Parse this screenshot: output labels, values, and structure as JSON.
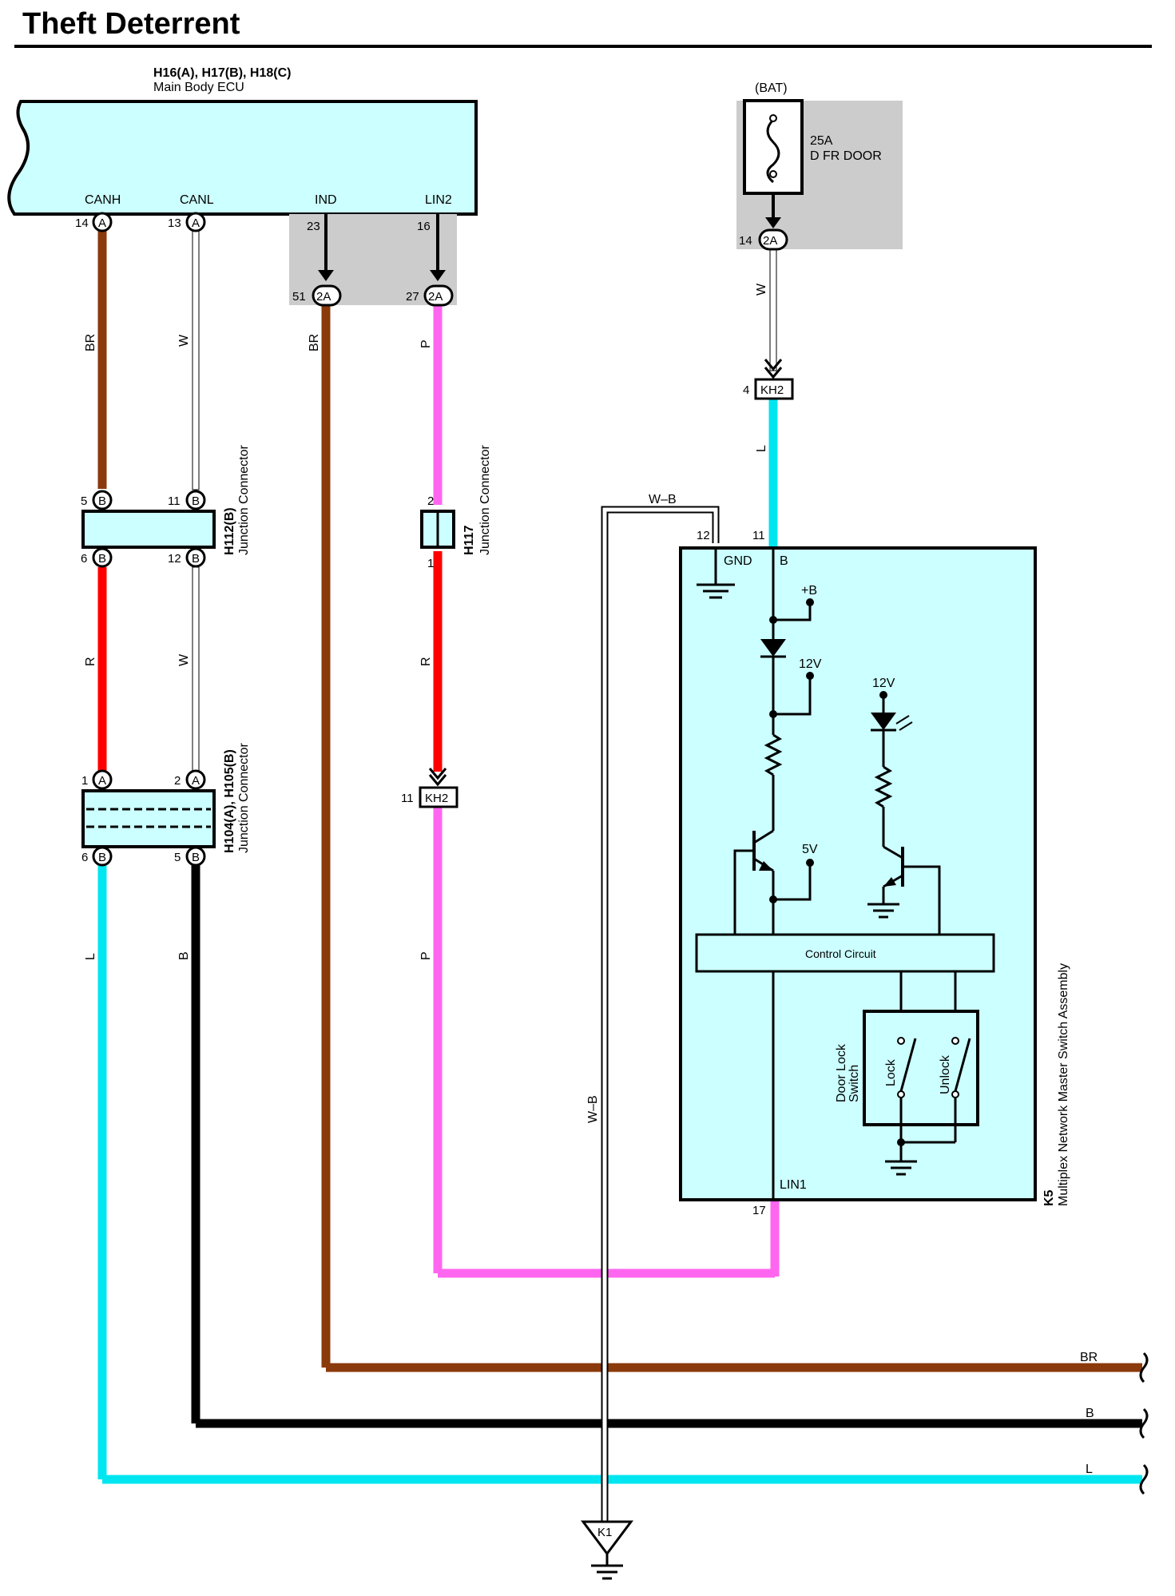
{
  "title": "Theft Deterrent",
  "colors": {
    "BR": "#8a3a0b",
    "W": "#ffffff",
    "R": "#ff0000",
    "L": "#00e6f0",
    "B": "#000000",
    "P": "#ff66f0",
    "ecu_fill": "#ccffff",
    "fuse_shade": "#cccccc"
  },
  "ecu": {
    "id": "H16(A), H17(B), H18(C)",
    "name": "Main Body ECU",
    "terminals": {
      "canh": "CANH",
      "canl": "CANL",
      "ind": "IND",
      "lin2": "LIN2"
    },
    "pins": {
      "canh": "14",
      "canl": "13",
      "ind": "23",
      "lin2": "16"
    },
    "conn_a": "A",
    "conn_2a_ind_pin": "51",
    "conn_2a_lin2_pin": "27",
    "conn_2a": "2A"
  },
  "fuse": {
    "source": "(BAT)",
    "rating": "25A",
    "name": "D FR DOOR",
    "pin": "14",
    "conn": "2A"
  },
  "kh2_top": {
    "pin": "4",
    "label": "KH2"
  },
  "kh2_mid": {
    "pin": "11",
    "label": "KH2"
  },
  "jc_h112": {
    "id": "H112(B)",
    "name": "Junction Connector",
    "pins": {
      "top_left": "5",
      "top_right": "11",
      "bot_left": "6",
      "bot_right": "12"
    },
    "conn": "B"
  },
  "jc_h105": {
    "id": "H104(A), H105(B)",
    "name": "Junction Connector",
    "pins": {
      "top_left": "1",
      "top_right": "2",
      "bot_left": "6",
      "bot_right": "5"
    },
    "conn_top": "A",
    "conn_bot": "B"
  },
  "jc_h117": {
    "id": "H117",
    "name": "Junction Connector",
    "pins": {
      "top": "2",
      "bot": "1"
    }
  },
  "wire_labels": {
    "canh_top": "BR",
    "canl_top": "W",
    "canh_mid": "R",
    "canl_mid": "W",
    "canh_bot": "L",
    "canl_bot": "B",
    "ind": "BR",
    "lin_top": "P",
    "lin_mid": "R",
    "lin_bot": "P",
    "fuse_out": "W",
    "switch_b": "L",
    "ground_top": "W–B",
    "ground_vert": "W–B",
    "out_br": "BR",
    "out_b": "B",
    "out_l": "L"
  },
  "switch_assy": {
    "id": "K5",
    "name": "Multiplex Network Master Switch Assembly",
    "gnd": "GND",
    "b": "B",
    "lin1": "LIN1",
    "gnd_pin": "12",
    "b_pin": "11",
    "lin1_pin": "17",
    "plus_b": "+B",
    "v12a": "12V",
    "v12b": "12V",
    "v5": "5V",
    "control_circuit": "Control Circuit",
    "door_lock_switch_1": "Door Lock",
    "door_lock_switch_2": "Switch",
    "lock": "Lock",
    "unlock": "Unlock"
  },
  "ground_point": "K1"
}
